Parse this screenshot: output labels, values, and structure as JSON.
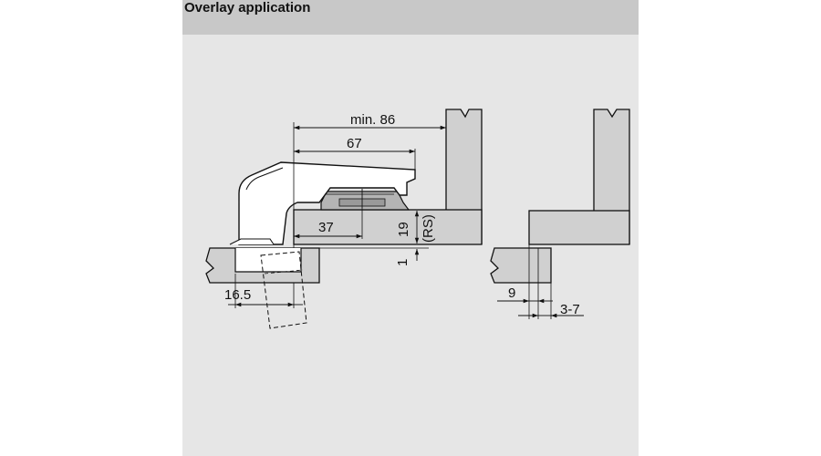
{
  "header": {
    "title": "Overlay application"
  },
  "colors": {
    "panel": "#e6e6e6",
    "header": "#c8c8c8",
    "part": "#d0d0d0",
    "line": "#111111",
    "hinge": "#ffffff",
    "mount": "#b4b4b4"
  },
  "dimensions": {
    "min_86": "min. 86",
    "d67": "67",
    "d37": "37",
    "d19": "19",
    "rs": "(RS)",
    "d1": "1",
    "d16_5": "16.5",
    "d9": "9",
    "d3_7": "3-7"
  }
}
